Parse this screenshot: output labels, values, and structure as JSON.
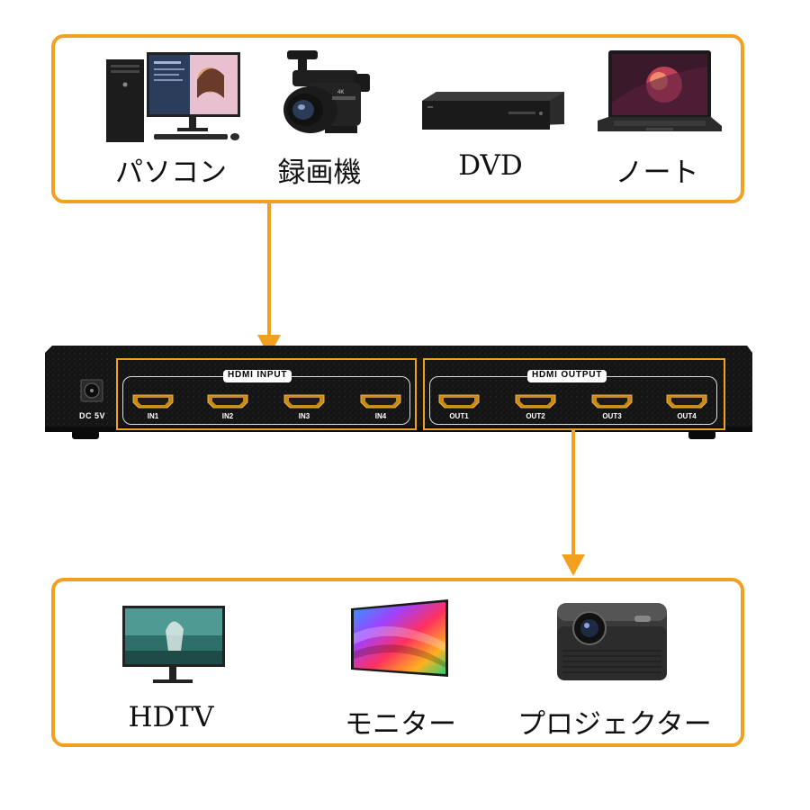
{
  "sources": [
    {
      "label": "パソコン",
      "icon": "desktop-pc-icon"
    },
    {
      "label": "録画機",
      "icon": "camcorder-icon"
    },
    {
      "label": "DVD",
      "icon": "dvd-player-icon"
    },
    {
      "label": "ノート",
      "icon": "laptop-icon"
    }
  ],
  "outputs": [
    {
      "label": "HDTV",
      "icon": "monitor-icon"
    },
    {
      "label": "モニター",
      "icon": "curved-monitor-icon"
    },
    {
      "label": "プロジェクター",
      "icon": "projector-icon"
    }
  ],
  "switcher": {
    "power_label": "DC 5V",
    "input_header": "HDMI INPUT",
    "output_header": "HDMI OUTPUT",
    "inputs": [
      "IN1",
      "IN2",
      "IN3",
      "IN4"
    ],
    "outputs": [
      "OUT1",
      "OUT2",
      "OUT3",
      "OUT4"
    ]
  },
  "colors": {
    "accent": "#f1a020",
    "device_body": "#151515"
  }
}
